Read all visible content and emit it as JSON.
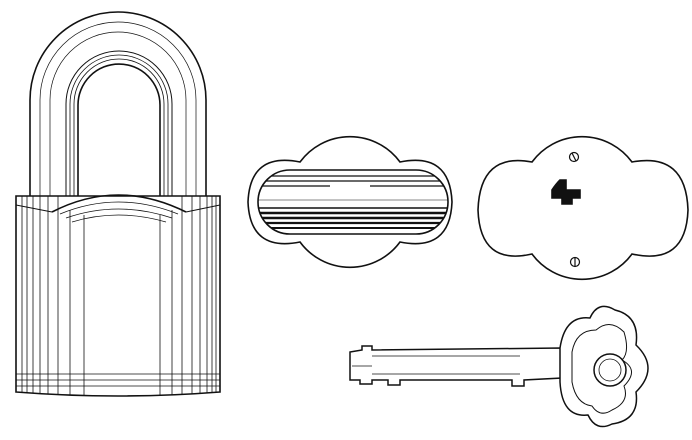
{
  "colors": {
    "ink": "#111111",
    "paper": "#ffffff"
  },
  "figures": [
    "padlock-front",
    "escutcheon-slot",
    "escutcheon-keyhole",
    "key"
  ]
}
